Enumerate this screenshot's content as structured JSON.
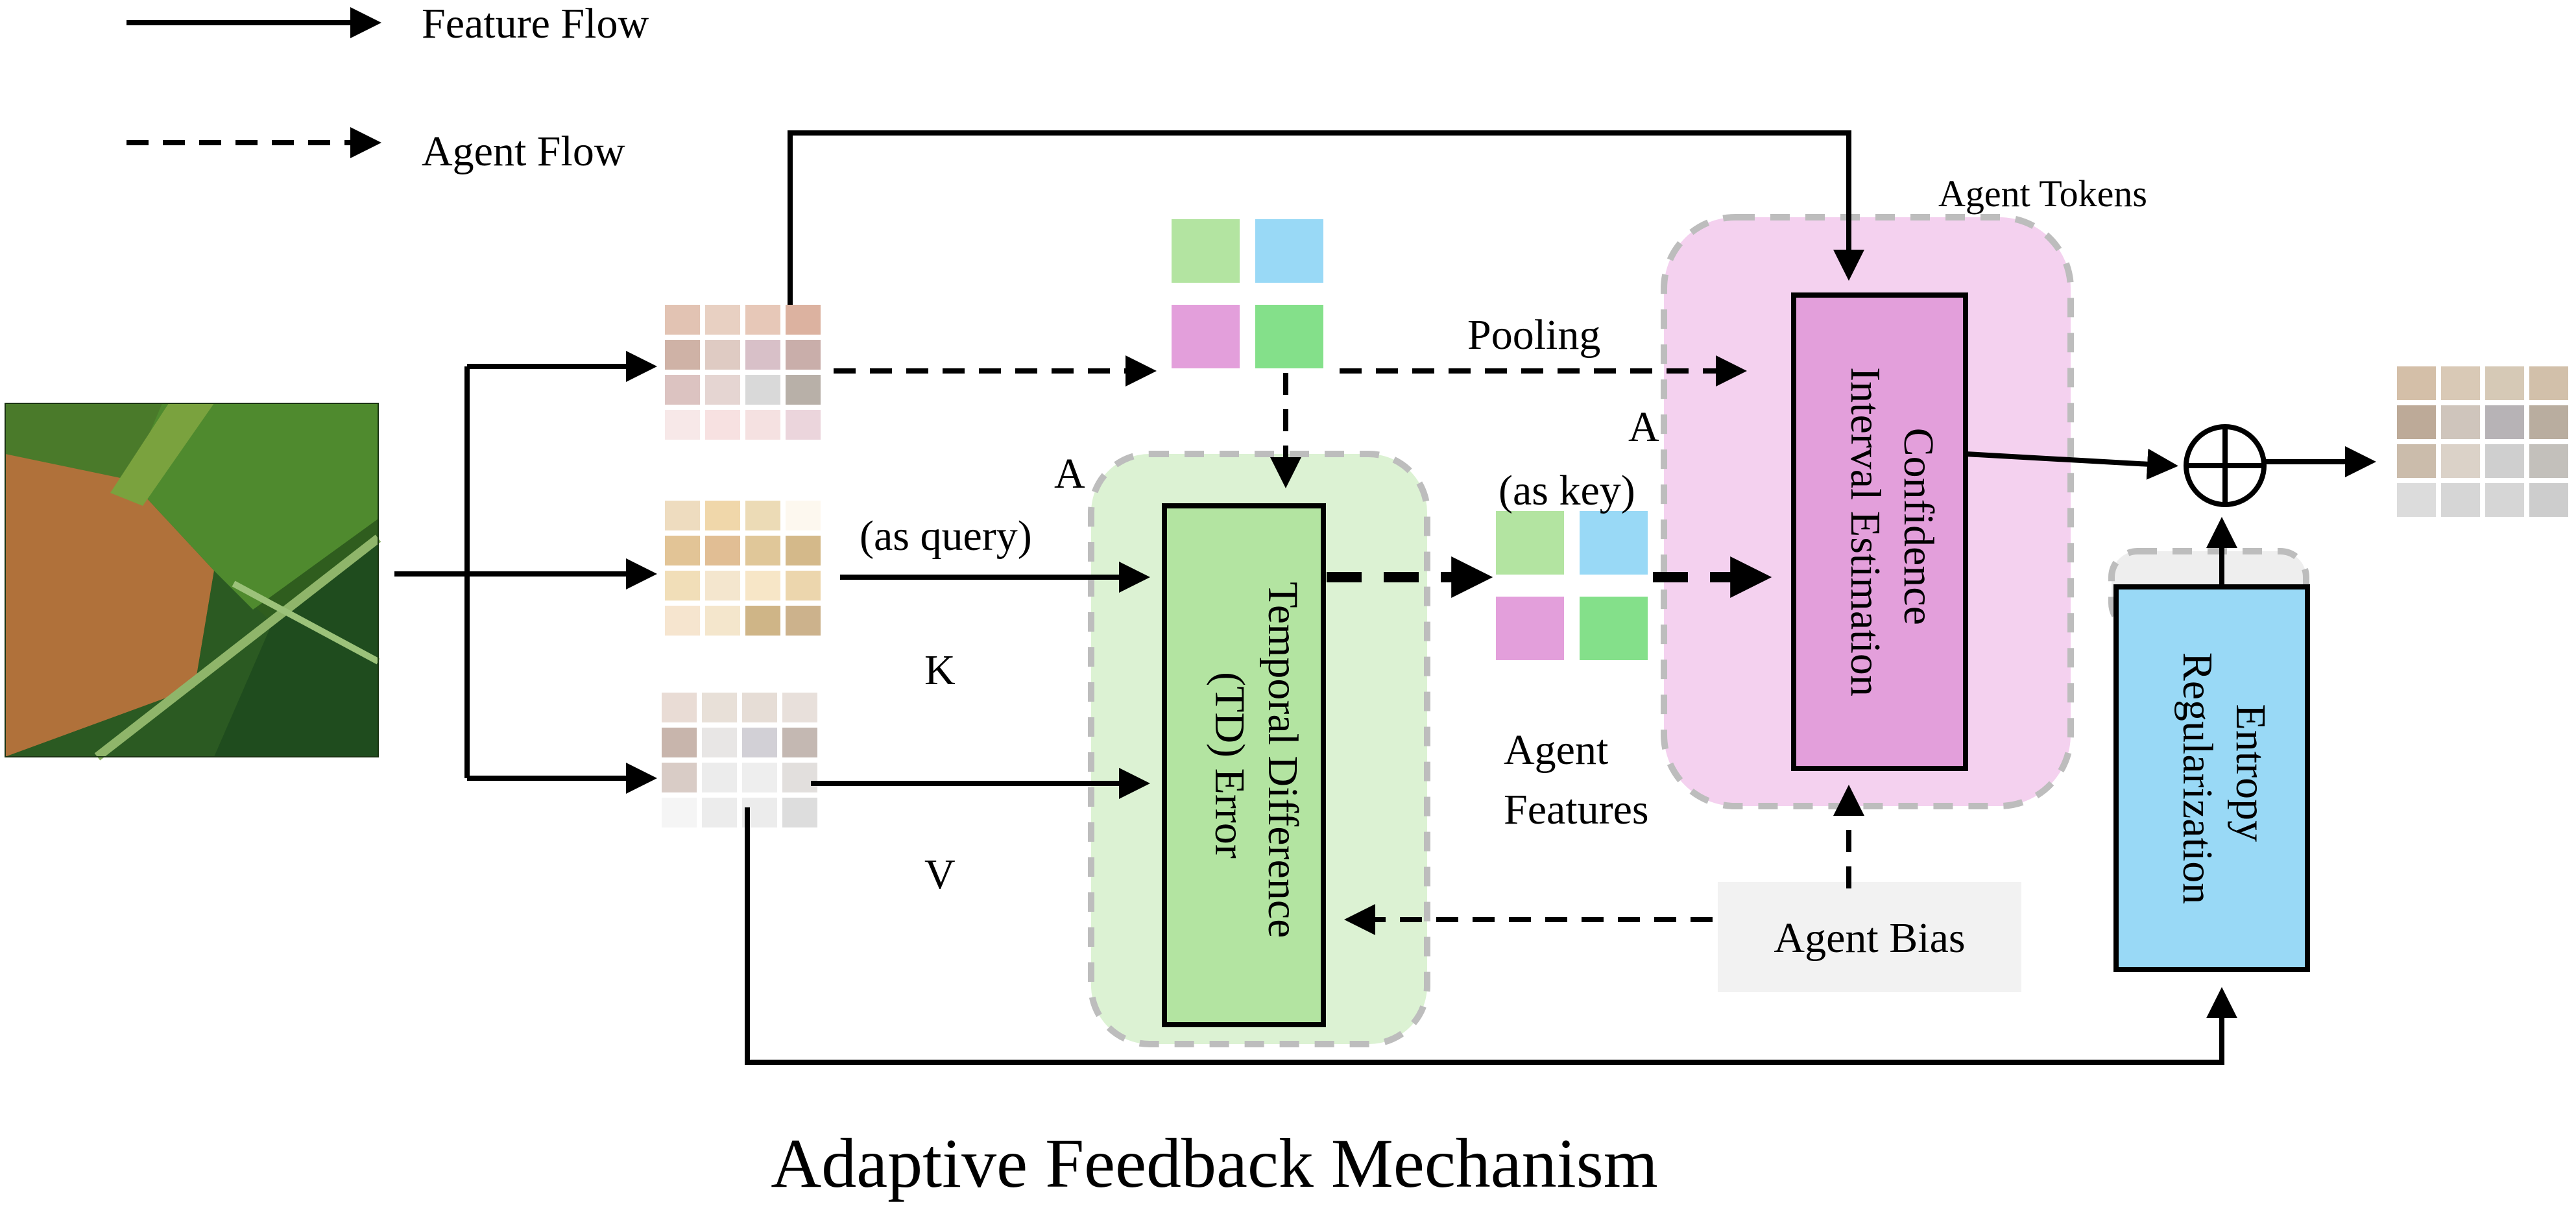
{
  "legend": {
    "feature_flow": "Feature Flow",
    "agent_flow": "Agent Flow"
  },
  "labels": {
    "agent_tokens": "Agent Tokens",
    "pooling": "Pooling",
    "a_left": "A",
    "a_right": "A",
    "as_query": "(as query)",
    "as_key": "(as key)",
    "k": "K",
    "v": "V",
    "agent_features_line1": "Agent",
    "agent_features_line2": "Features",
    "agent_bias": "Agent Bias"
  },
  "blocks": {
    "td_error_line1": "Temporal Difference",
    "td_error_line2": "(TD) Error",
    "confidence_line1": "Confidence",
    "confidence_line2": "Interval Estimation",
    "entropy_line1": "Entropy",
    "entropy_line2": "Regularization"
  },
  "title": "Adaptive Feedback Mechanism",
  "colors": {
    "td_block": "#b3e4a1",
    "td_region": "#dcf2d3",
    "confidence_block": "#e39fdb",
    "confidence_region": "#f4d1ef",
    "entropy_block": "#99d9f6",
    "agent_bias_bg": "#f2f2f2",
    "agent_token_colors": [
      "#b3e4a1",
      "#99d9f6",
      "#e39fdb",
      "#84e08a"
    ],
    "q_grid": [
      "#e2c3b3",
      "#e8d0c2",
      "#e7c8b8",
      "#dcb2a0",
      "#cfb2a6",
      "#dfcbc3",
      "#d8c0c8",
      "#c9aeaa",
      "#dcc3c1",
      "#e5d5d2",
      "#d9d9d9",
      "#b8b0a8",
      "#f7e8e8",
      "#f7e1e1",
      "#f5e1e1",
      "#ebd5dc"
    ],
    "k_grid": [
      "#eedcbf",
      "#f0d7aa",
      "#ecdbb6",
      "#fdf8ef",
      "#e2c496",
      "#e1be94",
      "#e0c799",
      "#d4b98a",
      "#f1deb8",
      "#f4e6ce",
      "#f7e6c7",
      "#ecd6ad",
      "#f6e5cf",
      "#f4e6cc",
      "#cfb587",
      "#ccb28c"
    ],
    "v_grid": [
      "#e9dcd5",
      "#e8e0d8",
      "#e6ddd6",
      "#e8e0db",
      "#c8b5ac",
      "#e8e6e5",
      "#d2d0d6",
      "#c4b8b2",
      "#d9ccc6",
      "#ececec",
      "#eeeeee",
      "#e2dfdd",
      "#f5f5f5",
      "#ececec",
      "#ececec",
      "#dddddd"
    ],
    "out_grid": [
      "#d4bfa8",
      "#d9c9b6",
      "#d6c9b6",
      "#d2c0aa",
      "#bdaa98",
      "#cfc5bc",
      "#b7b3b6",
      "#b9ad9f",
      "#cbbcab",
      "#dbd2c8",
      "#cfcfcf",
      "#c3c0bb",
      "#dcdcdc",
      "#d6d6d6",
      "#d6d6d6",
      "#cdcdcd"
    ]
  }
}
